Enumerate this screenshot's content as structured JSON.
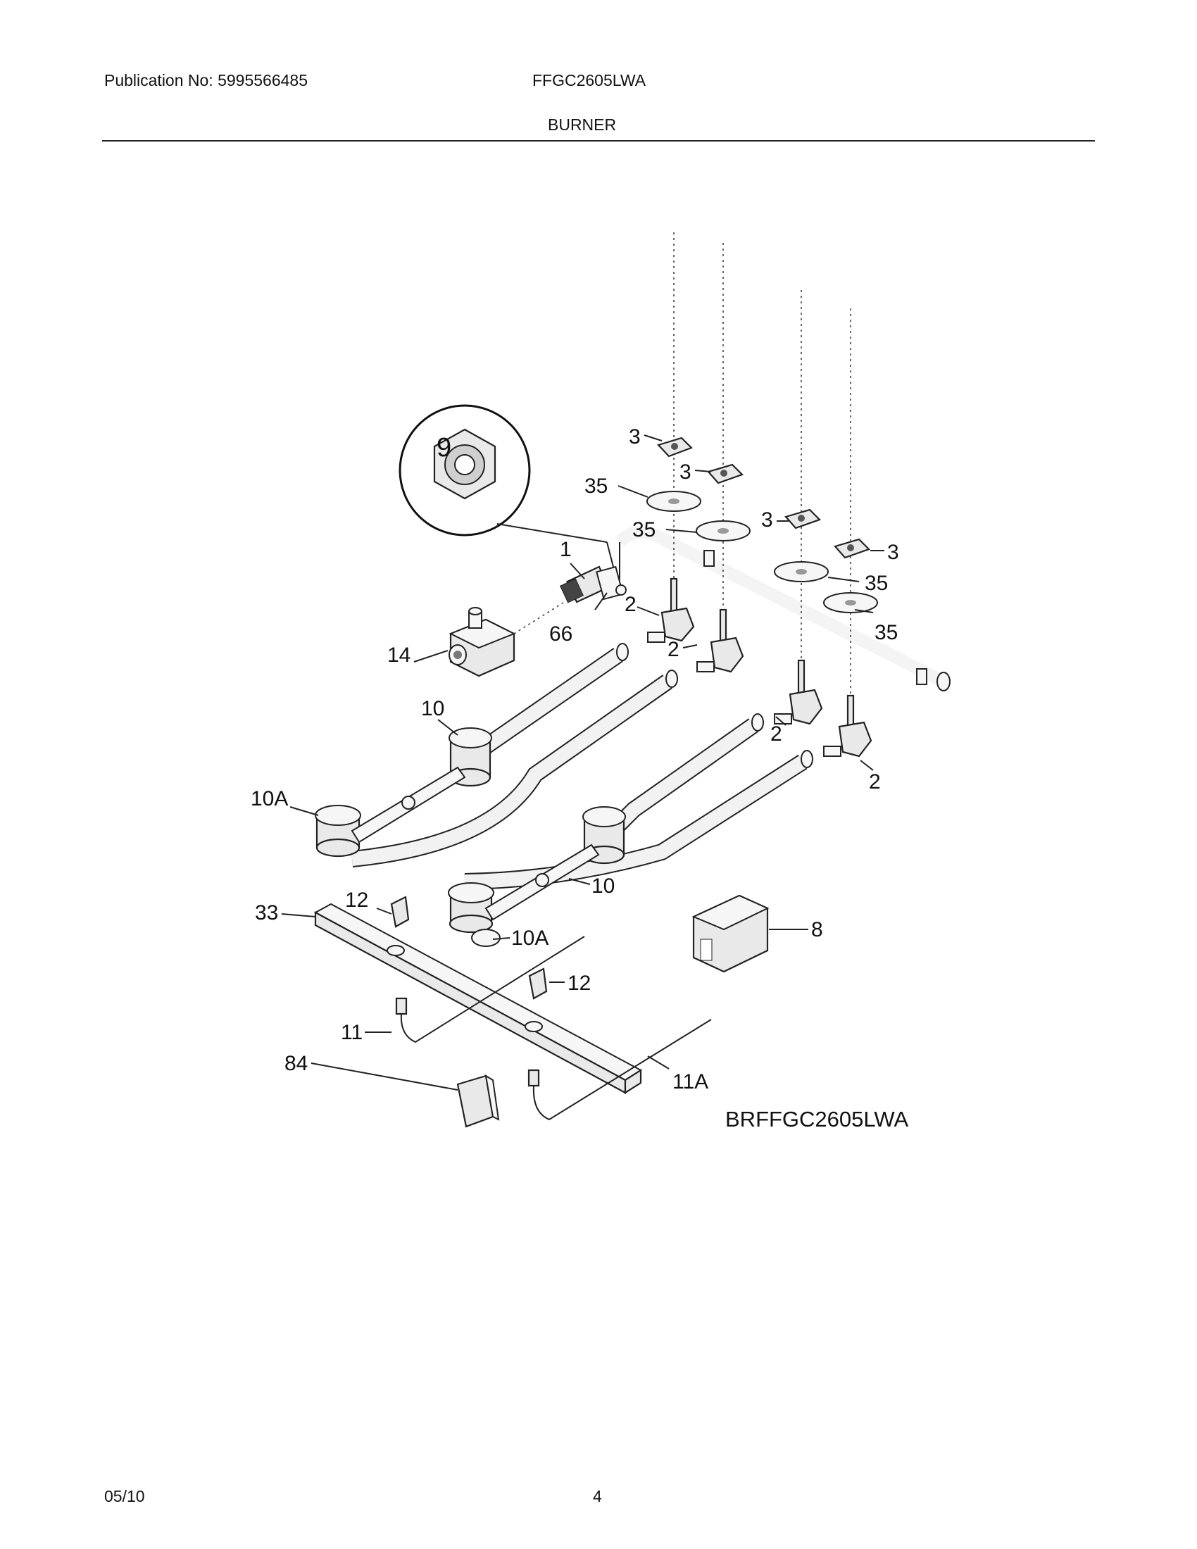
{
  "header": {
    "publication": "Publication No: 5995566485",
    "model": "FFGC2605LWA",
    "section": "BURNER"
  },
  "footer": {
    "date": "05/10",
    "page": "4"
  },
  "diagram": {
    "code": "BRFFGC2605LWA",
    "callouts": {
      "c1": "1",
      "c2a": "2",
      "c2b": "2",
      "c2c": "2",
      "c2d": "2",
      "c3a": "3",
      "c3b": "3",
      "c3c": "3",
      "c3d": "3",
      "c8": "8",
      "c9": "9",
      "c10a": "10",
      "c10b": "10",
      "c10Aa": "10A",
      "c10Ab": "10A",
      "c11": "11",
      "c11A": "11A",
      "c12a": "12",
      "c12b": "12",
      "c14": "14",
      "c33": "33",
      "c35a": "35",
      "c35b": "35",
      "c35c": "35",
      "c35d": "35",
      "c66": "66",
      "c84": "84"
    }
  }
}
